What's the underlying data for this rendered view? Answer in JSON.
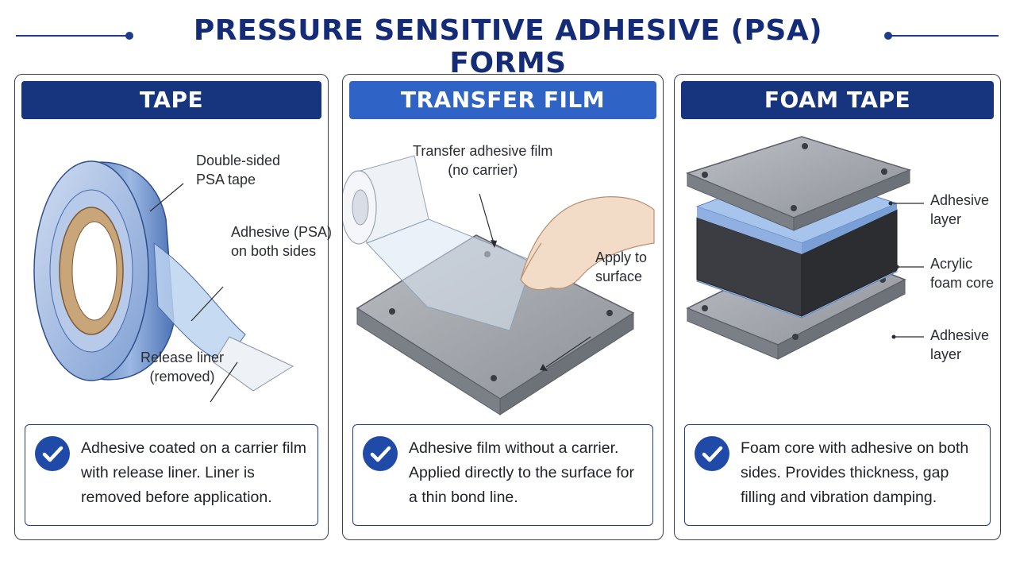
{
  "page_title": "PRESSURE SENSITIVE ADHESIVE (PSA) FORMS",
  "colors": {
    "title_blue": "#142c78",
    "header_dark": "#17357f",
    "header_light": "#2f63c6",
    "check_blue": "#1f4aa8"
  },
  "panels": [
    {
      "header": "TAPE",
      "callouts": [
        "Double-sided\nPSA tape",
        "Adhesive (PSA)\non both sides",
        "Release liner\n(removed)"
      ],
      "description": "Adhesive coated on a carrier film with release liner. Liner is removed before application."
    },
    {
      "header": "TRANSFER FILM",
      "callouts": [
        "Transfer adhesive film\n(no carrier)",
        "Apply to\nsurface"
      ],
      "description": "Adhesive film without a carrier. Applied directly to the surface for a thin bond line."
    },
    {
      "header": "FOAM TAPE",
      "callouts": [
        "Adhesive\nlayer",
        "Acrylic\nfoam core",
        "Adhesive\nlayer"
      ],
      "description": "Foam core with adhesive on both sides. Provides thickness, gap filling and vibration damping."
    }
  ],
  "icons": [
    "check-icon"
  ]
}
